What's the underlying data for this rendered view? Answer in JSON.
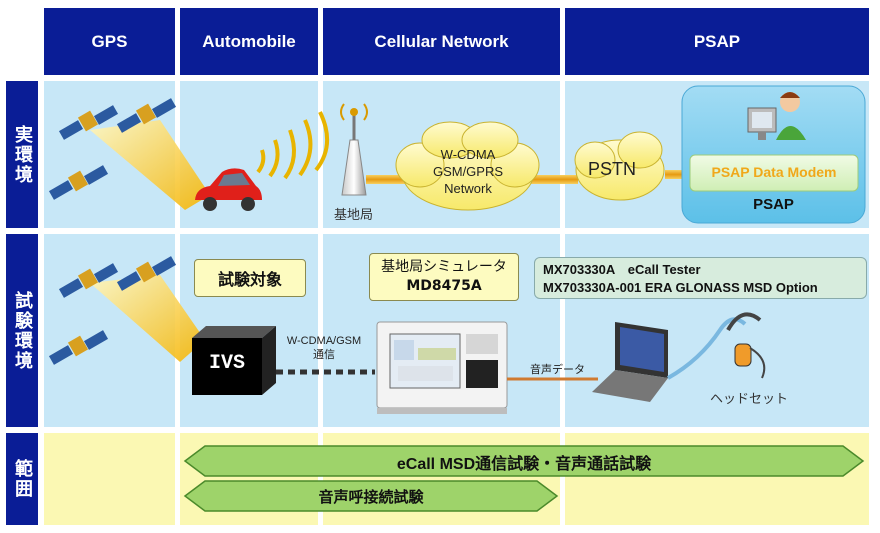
{
  "columns": [
    "GPS",
    "Automobile",
    "Cellular Network",
    "PSAP"
  ],
  "rows": [
    "実環境",
    "試験環境",
    "範囲"
  ],
  "real_env": {
    "network_cloud": [
      "W-CDMA",
      "GSM/GPRS",
      "Network"
    ],
    "pstn": "PSTN",
    "base_station": "基地局",
    "psap_modem": "PSAP Data Modem",
    "psap_label": "PSAP"
  },
  "test_env": {
    "target_label": "試験対象",
    "simulator_line1": "基地局シミュレータ",
    "simulator_line2": "MD8475A",
    "tester_line1": "MX703330A　eCall Tester",
    "tester_line2": "MX703330A-001  ERA GLONASS MSD Option",
    "ivs_label": "IVS",
    "link_line1": "W-CDMA/GSM",
    "link_line2": "通信",
    "audio_label": "音声データ",
    "headset_label": "ヘッドセット"
  },
  "scope": {
    "arrow1": "eCall MSD通信試験・音声通話試験",
    "arrow2": "音声呼接続試験"
  },
  "colors": {
    "header": "#0a1d96",
    "cell": "#c7e7f7",
    "scope": "#fbf8b3",
    "arrow": "#9ed36a"
  }
}
